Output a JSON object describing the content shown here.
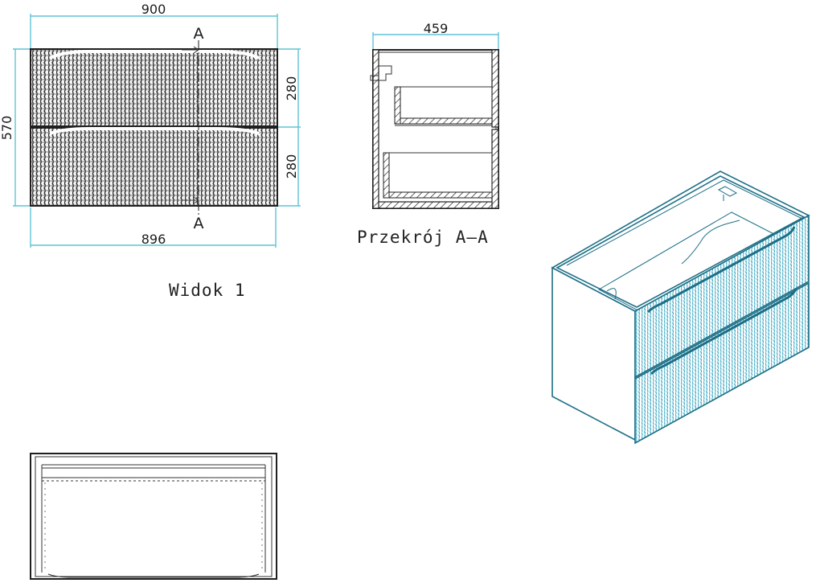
{
  "front_view": {
    "width_top": "900",
    "width_bottom": "896",
    "height_total": "570",
    "height_upper": "280",
    "height_lower": "280",
    "section_mark_top": "A",
    "section_mark_bottom": "A",
    "label": "Widok 1"
  },
  "section_view": {
    "depth": "459",
    "label": "Przekrój A—A"
  },
  "colors": {
    "dimension": "#5fc3d6",
    "outline": "#1f1f1f",
    "iso_edge": "#1d6f86",
    "iso_texture": "#3aa9c4"
  }
}
